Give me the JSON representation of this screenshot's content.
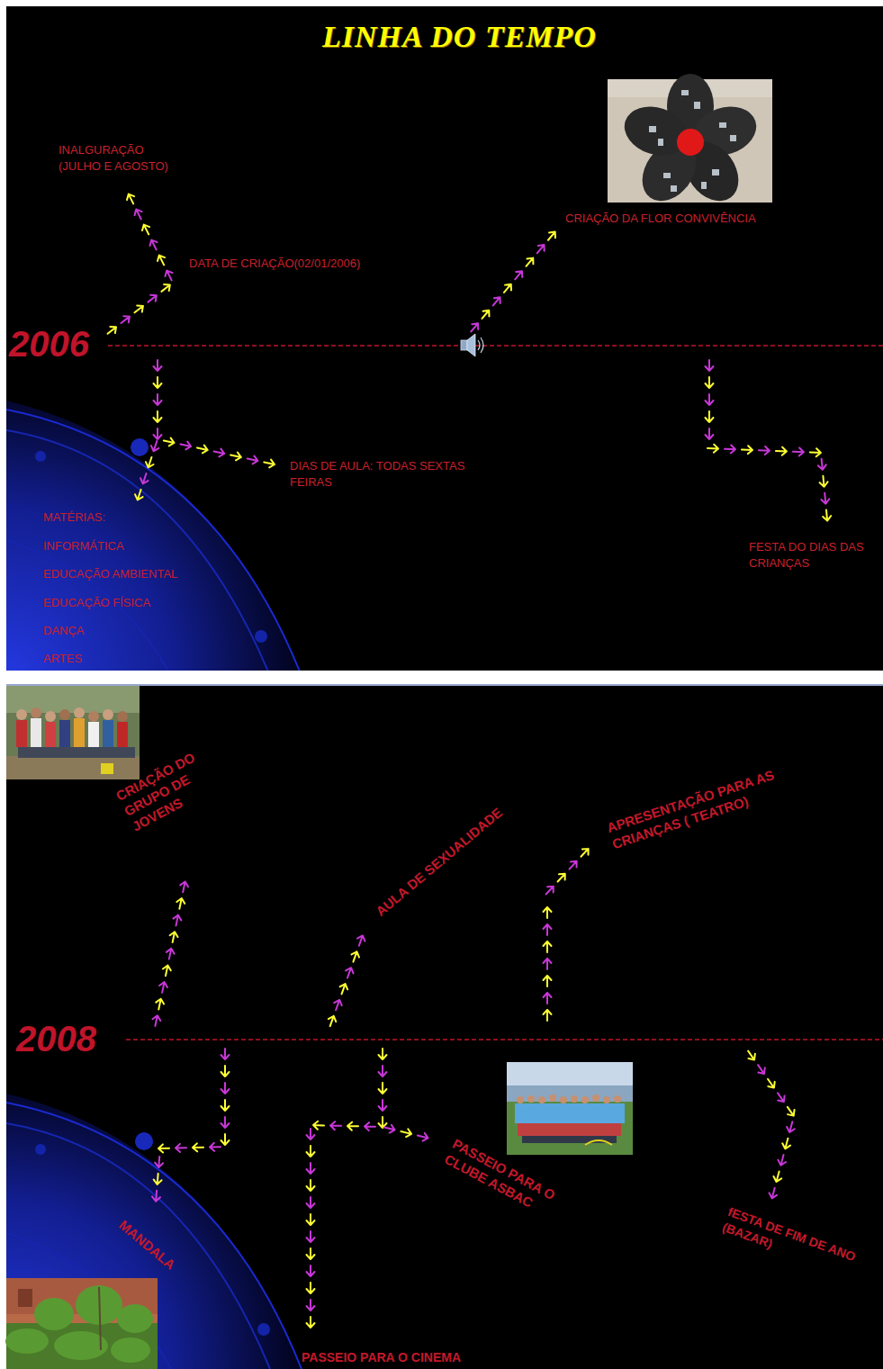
{
  "diagram": {
    "title": "LINHA DO TEMPO",
    "labels": [
      "2006",
      "INALGURAÇÃO (JULHO E AGOSTO)",
      "DATA DE CRIAÇÃO(02/01/2006)",
      "CRIAÇÃO DA FLOR CONVIVÊNCIA",
      "DIAS DE AULA: TODAS SEXTAS FEIRAS",
      "MATÉRIAS:",
      "INFORMÁTICA",
      "EDUCAÇÃO AMBIENTAL",
      "EDUCAÇÃO FÍSICA",
      "DANÇA",
      "ARTES",
      "FESTA DO DIAS DAS CRIANÇAS",
      "2008",
      "CRIAÇÃO DO GRUPO DE JOVENS",
      "AULA DE SEXUALIDADE",
      "APRESENTAÇÃO PARA AS CRIANÇAS ( TEATRO)",
      "MANDALA",
      "PASSEIO PARA O CLUBE ASBAC",
      "PASSEIO PARA O CINEMA",
      "fESTA DE FIM DE ANO (BAZAR)"
    ]
  }
}
